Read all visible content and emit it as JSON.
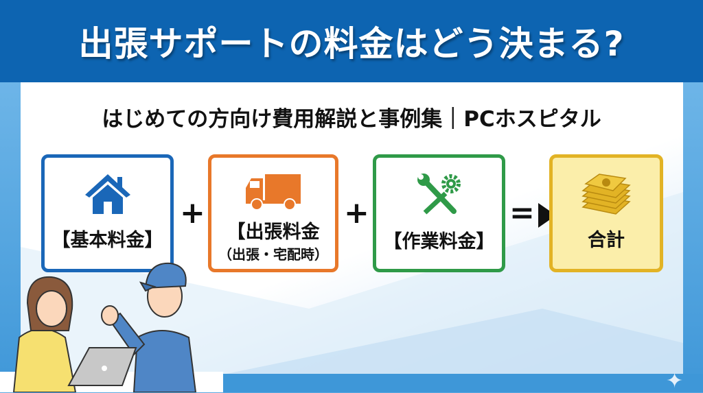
{
  "header": {
    "title": "出張サポートの料金はどう決まる?"
  },
  "subtitle": "はじめての方向け費用解説と事例集｜PCホスピタル",
  "formula": {
    "items": [
      {
        "label": "【基本料金】",
        "icon": "house-icon",
        "color": "#1a67b8"
      },
      {
        "label": "【出張料金",
        "sub": "（出張・宅配時）",
        "icon": "truck-icon",
        "color": "#e8782a"
      },
      {
        "label": "【作業料金】",
        "icon": "wrench-gear-icon",
        "color": "#2f9a48"
      },
      {
        "label": "合計",
        "icon": "money-stack-icon",
        "color": "#e2b325"
      }
    ],
    "plus": "+",
    "equals": "="
  },
  "colors": {
    "header": "#0d64b1",
    "accent": "#3e97d8"
  }
}
